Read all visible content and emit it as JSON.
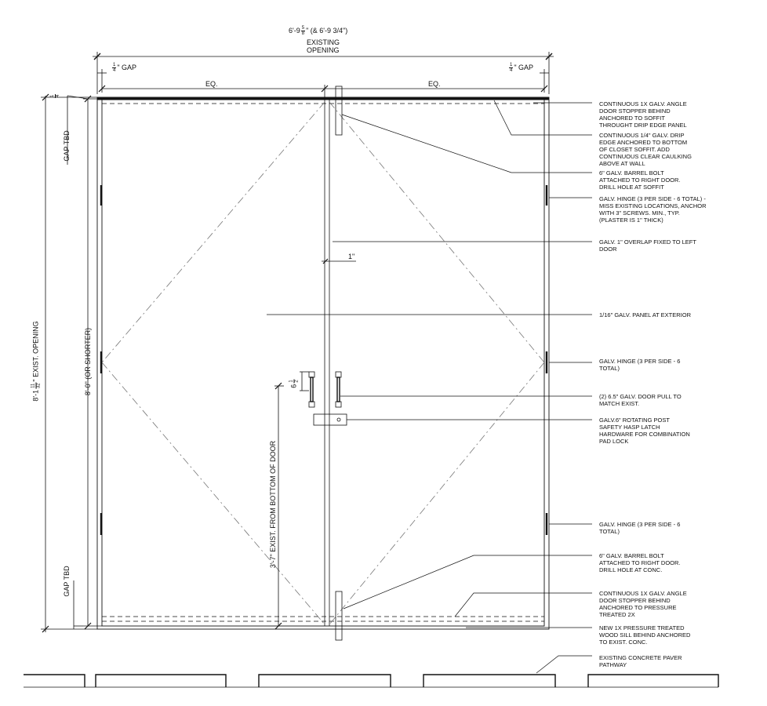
{
  "top_dimension": {
    "prefix": "6'-9",
    "frac_num": "5",
    "frac_den": "8",
    "suffix": "\" (& 6'-9 3/4\")",
    "line2": "EXISTING",
    "line3": "OPENING"
  },
  "gap_left": {
    "frac_num": "1",
    "frac_den": "4",
    "text": "\" GAP"
  },
  "gap_right": {
    "frac_num": "1",
    "frac_den": "4",
    "text": "\" GAP"
  },
  "eq_left": "EQ.",
  "eq_right": "EQ.",
  "top_gap_fraction": {
    "num": "1",
    "den": "4"
  },
  "gap_tbd_top": "GAP TBD",
  "gap_tbd_bottom": "GAP TBD",
  "overall_height": {
    "prefix": "8'-1",
    "frac_num": "11",
    "frac_den": "32",
    "suffix": "\" EXIST. OPENING"
  },
  "door_height": "8'-0\" (OR SHORTER)",
  "pull_height": "3'-7\" EXIST. FROM BOTTOM OF DOOR",
  "overlap_dim": "1\"",
  "pull_spacing": {
    "prefix": "6",
    "frac_num": "1",
    "frac_den": "2"
  },
  "notes": [
    "CONTINUOUS 1X GALV. ANGLE\nDOOR STOPPER BEHIND\nANCHORED TO SOFFIT\nTHROUGHT DRIP EDGE PANEL",
    "CONTINUOUS 1/4\" GALV. DRIP\nEDGE ANCHORED TO BOTTOM\nOF CLOSET SOFFIT. ADD\nCONTINUOUS CLEAR CAULKING\nABOVE AT WALL",
    "6\" GALV. BARREL BOLT\nATTACHED TO RIGHT DOOR.\nDRILL HOLE AT SOFFIT",
    "GALV. HINGE (3 PER SIDE - 6 TOTAL) -\nMISS EXISTING LOCATIONS, ANCHOR\nWITH 3\" SCREWS. MIN., TYP.\n(PLASTER IS 1\" THICK)",
    "GALV. 1\" OVERLAP FIXED TO LEFT\nDOOR",
    "1/16\" GALV. PANEL AT EXTERIOR",
    "GALV. HINGE (3 PER SIDE - 6\nTOTAL)",
    "(2) 6.5\" GALV. DOOR PULL TO\nMATCH EXIST.",
    "GALV.6\" ROTATING POST\nSAFETY HASP LATCH\nHARDWARE FOR COMBINATION\nPAD LOCK",
    "GALV. HINGE (3 PER SIDE - 6\nTOTAL)",
    "6\" GALV. BARREL BOLT\nATTACHED TO RIGHT DOOR.\nDRILL HOLE AT CONC.",
    "CONTINUOUS 1X GALV. ANGLE\nDOOR STOPPER BEHIND\nANCHORED TO PRESSURE\nTREATED 2X",
    "NEW 1X PRESSURE TREATED\nWOOD SILL BEHIND ANCHORED\nTO EXIST. CONC.",
    "EXISTING CONCRETE PAVER\nPATHWAY"
  ]
}
